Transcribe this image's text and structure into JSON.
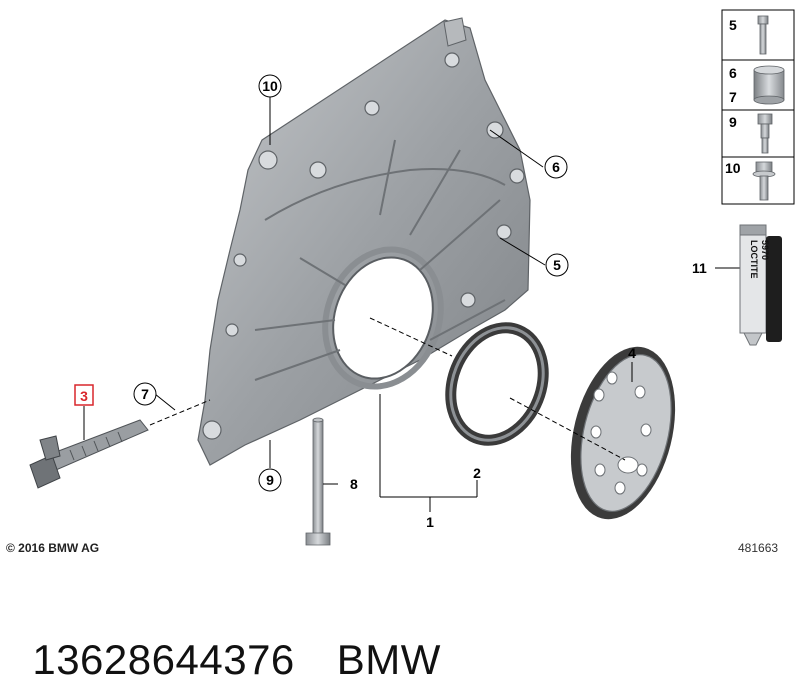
{
  "callouts": {
    "c1": "1",
    "c2": "2",
    "c3": "3",
    "c4": "4",
    "c5": "5",
    "c6": "6",
    "c7": "7",
    "c8": "8",
    "c9": "9",
    "c10": "10",
    "c11": "11"
  },
  "legend": [
    {
      "label": "5"
    },
    {
      "label": "6"
    },
    {
      "label": "7"
    },
    {
      "label": "9"
    },
    {
      "label": "10"
    }
  ],
  "tube": {
    "brand": "LOCTITE",
    "code": "5970"
  },
  "footer": {
    "copyright": "© 2016 BMW AG",
    "figure_id": "481663",
    "part_number": "13628644376",
    "brand": "BMW"
  },
  "colors": {
    "highlight": "#d9262c",
    "cover": "#a8abaf",
    "cover_dark": "#6e7276",
    "seal": "#3a3a3a"
  }
}
